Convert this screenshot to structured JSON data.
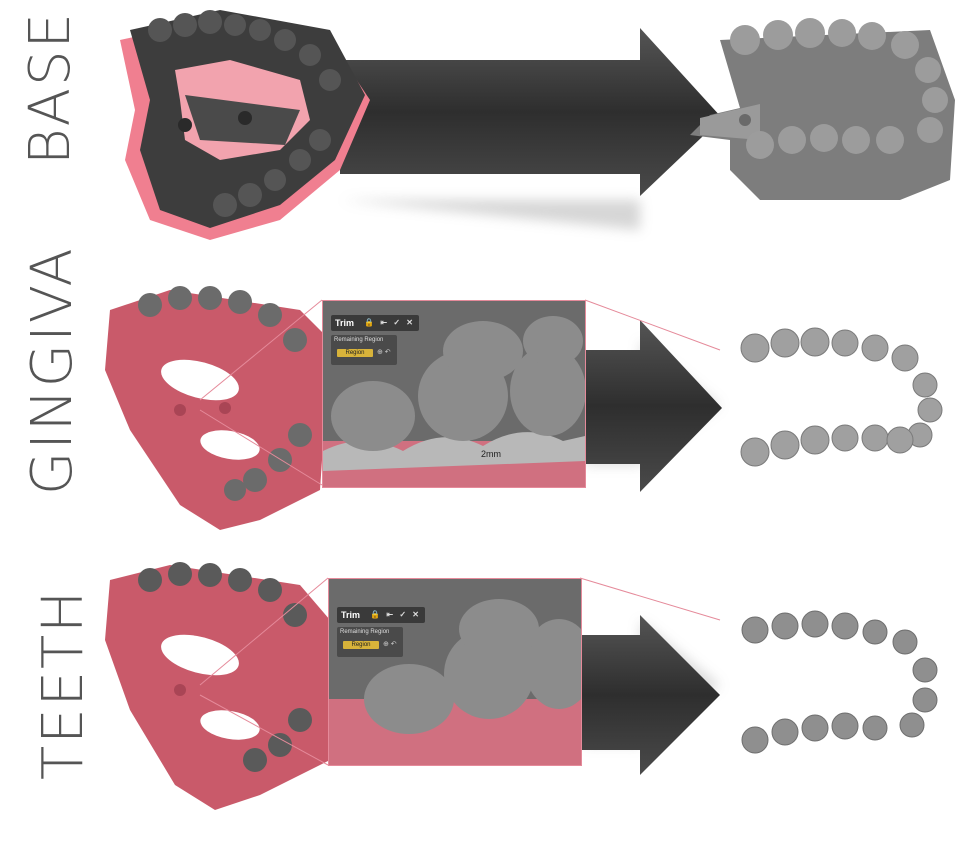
{
  "rows": [
    {
      "label": "BASE"
    },
    {
      "label": "GINGIVA",
      "toolbar": {
        "title": "Trim",
        "icons": "🔒 ⇤ ✓ ✕",
        "section": "Remaining Region",
        "button": "Region",
        "extra": "⊕ ↶"
      },
      "annotation": "2mm"
    },
    {
      "label": "TEETH",
      "toolbar": {
        "title": "Trim",
        "icons": "🔒 ⇤ ✓ ✕",
        "section": "Remaining Region",
        "button": "Region",
        "extra": "⊕ ↶"
      }
    }
  ],
  "colors": {
    "gum": "#d96a7a",
    "tooth": "#8a8a8a",
    "tooth_dark": "#3e3e3e",
    "arrow": "#3a3a3a",
    "base_pink": "#f08a98"
  }
}
